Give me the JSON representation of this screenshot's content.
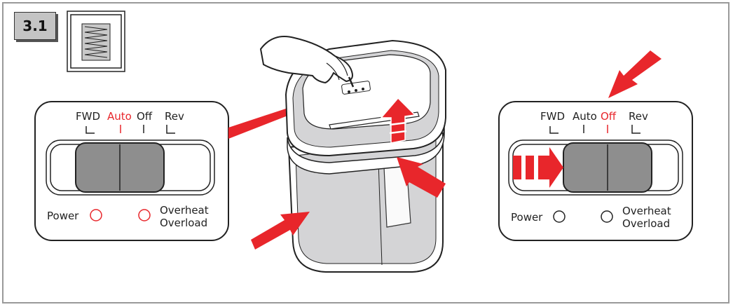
{
  "step": {
    "number": "3.1"
  },
  "left_panel": {
    "positions": [
      "FWD",
      "Auto",
      "Off",
      "Rev"
    ],
    "active_position": "Auto",
    "indicators": {
      "power": "Power",
      "overheat": "Overheat",
      "overload": "Overload"
    }
  },
  "right_panel": {
    "positions": [
      "FWD",
      "Auto",
      "Off",
      "Rev"
    ],
    "active_position": "Off",
    "indicators": {
      "power": "Power",
      "overheat": "Overheat",
      "overload": "Overload"
    }
  },
  "colors": {
    "highlight": "#e8262b",
    "switch": "#8e8e8e",
    "outline": "#222222",
    "frame": "#9a9a9a",
    "bin_tint": "#d4d4d6"
  },
  "icons": [
    "shred-cut-icon",
    "hand-icon",
    "arrow-icon"
  ]
}
